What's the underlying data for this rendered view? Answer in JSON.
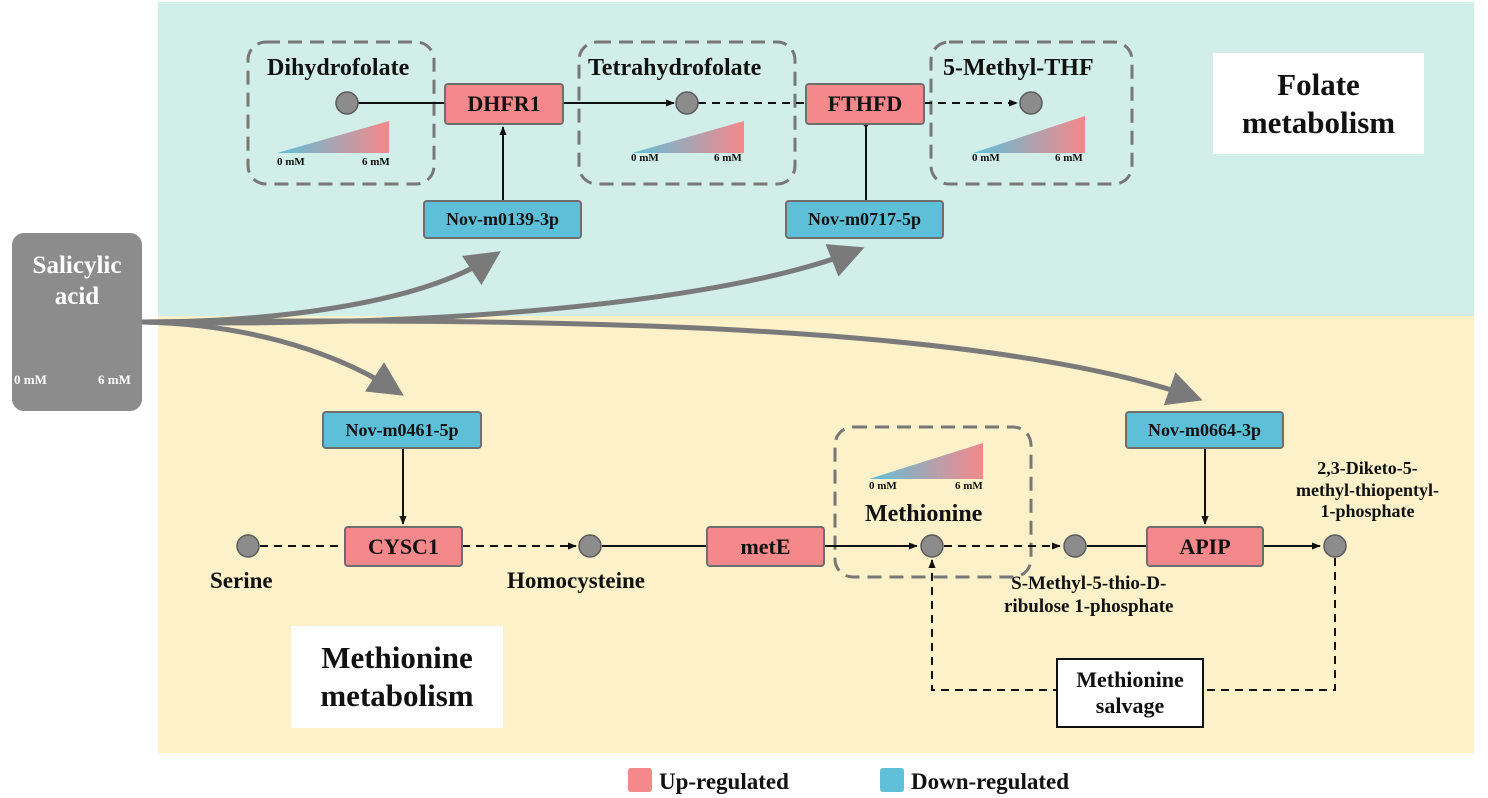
{
  "colors": {
    "folate_bg": "#d2eee8",
    "methionine_bg": "#fcf1c9",
    "up_regulated": "#f4888a",
    "down_regulated": "#5ec0d8",
    "metabolite_node": "#8c8c8c",
    "salicylic_acid_box": "#8c8c8c",
    "gradient_low": "#5ec0d8",
    "gradient_high": "#f4888a"
  },
  "regions": {
    "folate_title": [
      "Folate",
      "metabolism"
    ],
    "methionine_title": [
      "Methionine",
      "metabolism"
    ]
  },
  "salicylic_acid": {
    "label": [
      "Salicylic",
      "acid"
    ],
    "gradient_min": "0 mM",
    "gradient_max": "6 mM"
  },
  "metabolites": {
    "dihydrofolate": "Dihydrofolate",
    "tetrahydrofolate": "Tetrahydrofolate",
    "methyl_thf": "5-Methyl-THF",
    "serine": "Serine",
    "homocysteine": "Homocysteine",
    "methionine": "Methionine",
    "mtrp": [
      "S-Methyl-5-thio-D-",
      "ribulose 1-phosphate"
    ],
    "dk_mtp": [
      "2,3-Diketo-5-",
      "methyl-thiopentyl-",
      "1-phosphate"
    ]
  },
  "gradient_ticks": {
    "min": "0 mM",
    "max": "6 mM"
  },
  "enzymes": {
    "dhfr1": "DHFR1",
    "fthfd": "FTHFD",
    "cysc1": "CYSC1",
    "mete": "metE",
    "apip": "APIP"
  },
  "mirnas": {
    "m0139": "Nov-m0139-3p",
    "m0717": "Nov-m0717-5p",
    "m0461": "Nov-m0461-5p",
    "m0664": "Nov-m0664-3p"
  },
  "salvage": [
    "Methionine",
    "salvage"
  ],
  "legend": {
    "up": "Up-regulated",
    "down": "Down-regulated"
  }
}
